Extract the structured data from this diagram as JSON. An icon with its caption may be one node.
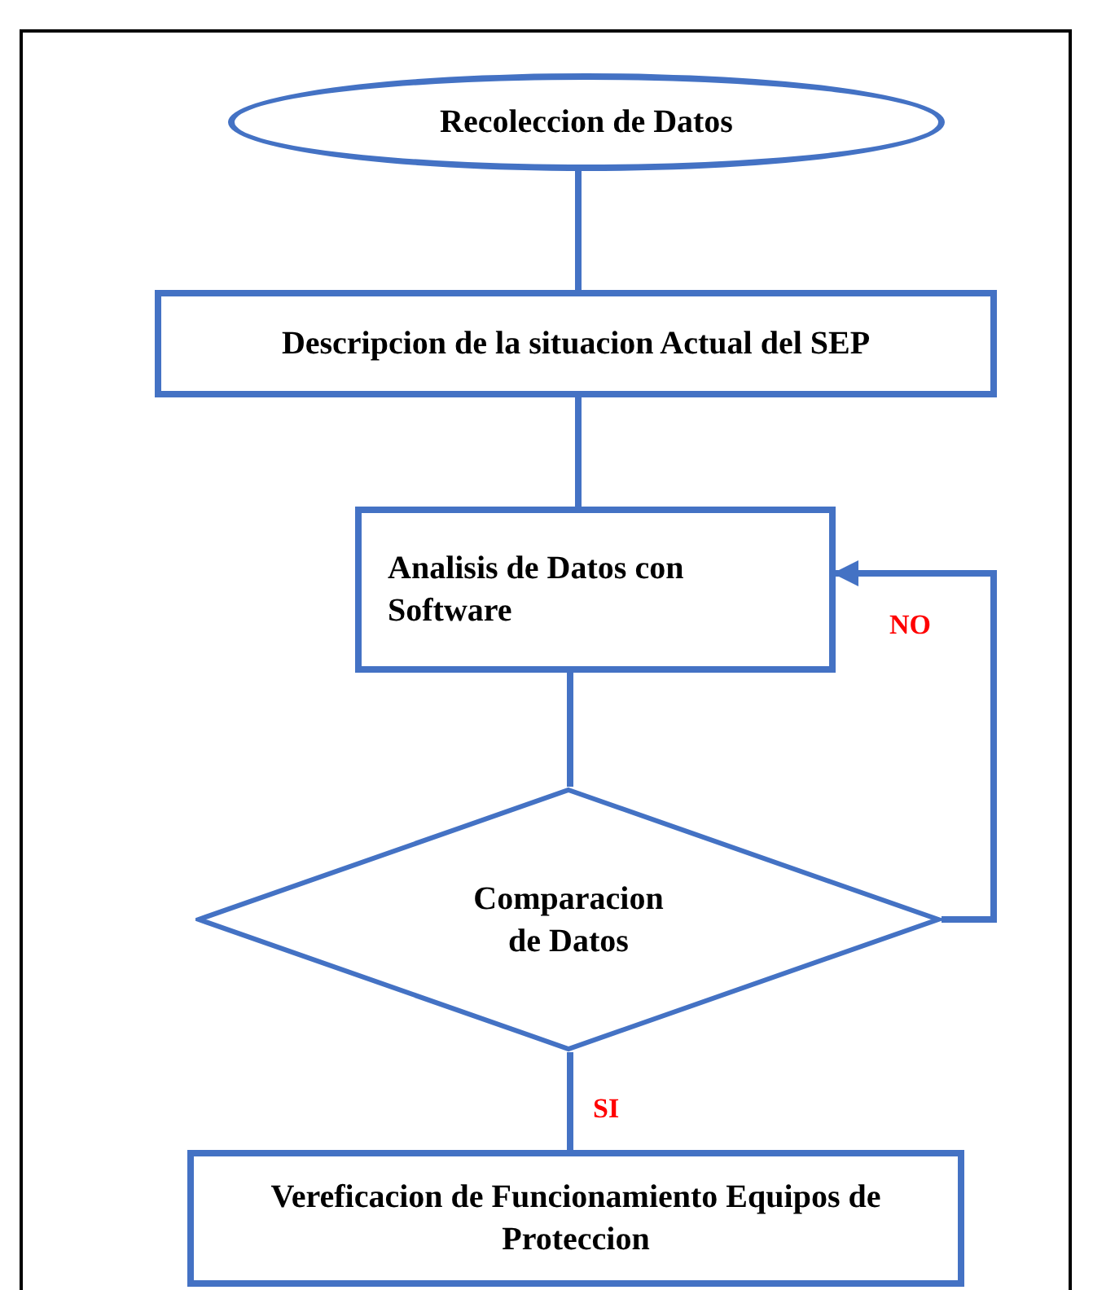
{
  "diagram": {
    "nodes": [
      {
        "text": [
          "Recoleccion de Datos"
        ]
      },
      {
        "text": [
          "Descripcion de la situacion Actual del SEP"
        ]
      },
      {
        "text": [
          "Analisis de Datos con Software"
        ]
      },
      {
        "text": [
          "Comparacion de Datos"
        ]
      },
      {
        "text": [
          "Vereficacion de Funcionamiento Equipos de Proteccion"
        ]
      }
    ],
    "edges": [
      {
        "from": 0,
        "to": 1,
        "arrow": "none"
      },
      {
        "from": 1,
        "to": 2,
        "arrow": "none"
      },
      {
        "from": 2,
        "to": 3,
        "arrow": "none"
      },
      {
        "from": 3,
        "to": 2,
        "arrow": "to",
        "label": "NO"
      },
      {
        "from": 3,
        "to": 4,
        "arrow": "none",
        "label": "SI"
      }
    ]
  }
}
